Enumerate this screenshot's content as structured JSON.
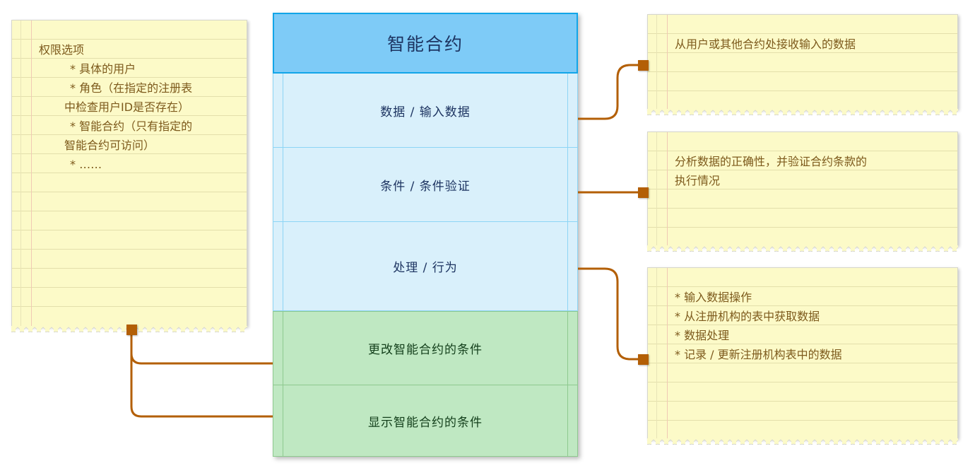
{
  "diagram": {
    "title_of_center_box": "智能合约",
    "accent_link_color": "#b35f06",
    "header_fill": "#7ecbf7",
    "header_stroke": "#12a5e8",
    "blue_row_fill": "#d9f0fb",
    "green_row_fill": "#bfe8c2",
    "note_fill": "#fcfac8",
    "note_text_color": "#7d5a1c"
  },
  "center_box": {
    "title": "智能合约",
    "rows": [
      {
        "label": "数据 / 输入数据",
        "type": "blue"
      },
      {
        "label": "条件 / 条件验证",
        "type": "blue"
      },
      {
        "label": "处理 / 行为",
        "type": "blue"
      },
      {
        "label": "更改智能合约的条件",
        "type": "green"
      },
      {
        "label": "显示智能合约的条件",
        "type": "green"
      }
    ]
  },
  "left_note": {
    "heading": "权限选项",
    "items": [
      "* 具体的用户",
      "* 角色（在指定的注册表",
      "中检查用户ID是否存在）",
      "* 智能合约（只有指定的",
      "智能合约可访问）",
      "* ……"
    ]
  },
  "right_notes": [
    {
      "id": "note-data-input",
      "lines": [
        "从用户或其他合约处接收输入的数据"
      ]
    },
    {
      "id": "note-condition-validation",
      "lines": [
        "分析数据的正确性，并验证合约条款的",
        "执行情况"
      ]
    },
    {
      "id": "note-processing-actions",
      "lines": [
        "* 输入数据操作",
        "* 从注册机构的表中获取数据",
        "* 数据处理",
        "* 记录 / 更新注册机构表中的数据"
      ]
    }
  ]
}
